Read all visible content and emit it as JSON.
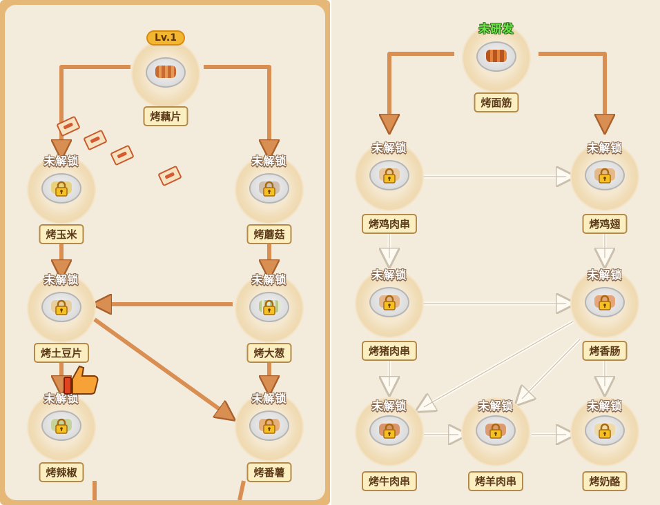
{
  "left_tree": {
    "root": {
      "badge": "Lv.1",
      "name": "烤藕片"
    },
    "nodes": [
      {
        "status": "未解锁",
        "name": "烤玉米"
      },
      {
        "status": "未解锁",
        "name": "烤蘑菇"
      },
      {
        "status": "未解锁",
        "name": "烤土豆片"
      },
      {
        "status": "未解锁",
        "name": "烤大葱"
      },
      {
        "status": "未解锁",
        "name": "烤辣椒"
      },
      {
        "status": "未解锁",
        "name": "烤番薯"
      }
    ]
  },
  "right_tree": {
    "root": {
      "status": "未研发",
      "name": "烤面筋"
    },
    "nodes": [
      {
        "status": "未解锁",
        "name": "烤鸡肉串"
      },
      {
        "status": "未解锁",
        "name": "烤鸡翅"
      },
      {
        "status": "未解锁",
        "name": "烤猪肉串"
      },
      {
        "status": "未解锁",
        "name": "烤香肠"
      },
      {
        "status": "未解锁",
        "name": "烤牛肉串"
      },
      {
        "status": "未解锁",
        "name": "烤羊肉串"
      },
      {
        "status": "未解锁",
        "name": "烤奶酪"
      }
    ]
  },
  "colors": {
    "panel_bg": "#f3ecdc",
    "panel_frame": "#e6b878",
    "left_arrow": "#d98e52",
    "right_arrow_outline": "#d9cfc0",
    "label_bg": "#fbeec0",
    "label_border": "#b48a4a",
    "status_text": "#ffffff",
    "not_developed_text": "#6ee84a",
    "level_badge": "#f2b630"
  },
  "icons": [
    "lock-icon",
    "skewer-icon",
    "ticket-icon",
    "thumbs-up-icon",
    "plate-icon"
  ]
}
